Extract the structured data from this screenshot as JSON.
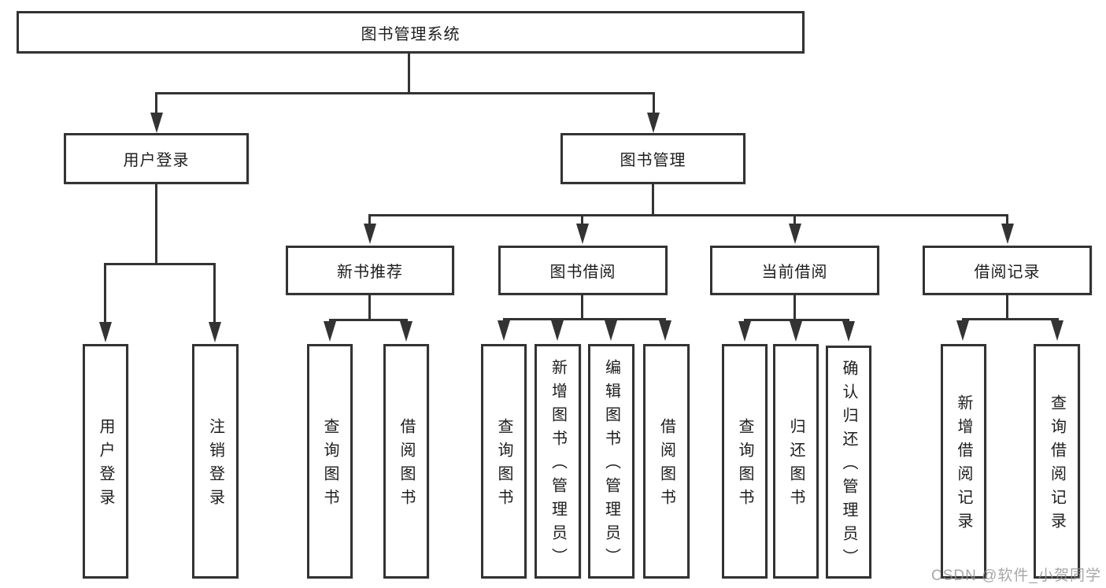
{
  "watermark": "CSDN @软件_小贺同学",
  "tree": {
    "root": {
      "label": "图书管理系统"
    },
    "login": {
      "label": "用户登录",
      "children": [
        {
          "label": "用户登录"
        },
        {
          "label": "注销登录"
        }
      ]
    },
    "manage": {
      "label": "图书管理",
      "groups": [
        {
          "label": "新书推荐",
          "children": [
            {
              "label": "查询图书"
            },
            {
              "label": "借阅图书"
            }
          ]
        },
        {
          "label": "图书借阅",
          "children": [
            {
              "label": "查询图书"
            },
            {
              "label": "新增图书（管理员）"
            },
            {
              "label": "编辑图书（管理员）"
            },
            {
              "label": "借阅图书"
            }
          ]
        },
        {
          "label": "当前借阅",
          "children": [
            {
              "label": "查询图书"
            },
            {
              "label": "归还图书"
            },
            {
              "label": "确认归还（管理员）"
            }
          ]
        },
        {
          "label": "借阅记录",
          "children": [
            {
              "label": "新增借阅记录"
            },
            {
              "label": "查询借阅记录"
            }
          ]
        }
      ]
    }
  },
  "colors": {
    "line": "#333333",
    "text": "#1d1d1d",
    "watermark": "#919191",
    "background": "#ffffff"
  }
}
